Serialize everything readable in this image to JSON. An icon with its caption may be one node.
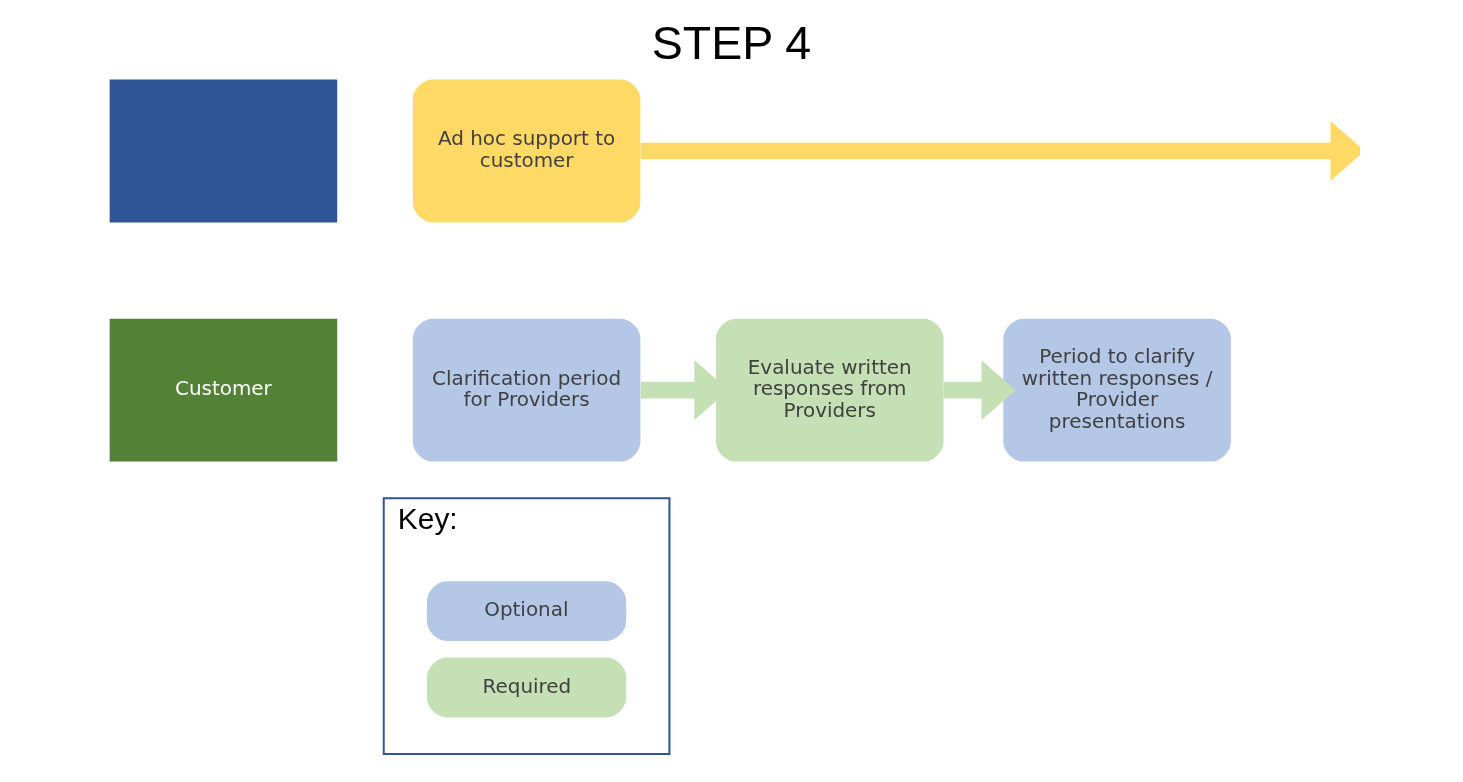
{
  "diagram": {
    "title": "STEP 4",
    "nodes": [
      {
        "text": [],
        "shape": "box"
      },
      {
        "text": [
          "Ad hoc support to customer"
        ]
      },
      {
        "text": [
          "Customer"
        ]
      },
      {
        "text": [
          "Clarification period for Providers"
        ]
      },
      {
        "text": [
          "Evaluate written responses from Providers"
        ]
      },
      {
        "text": [
          "Period to clarify written responses / Provider presentations"
        ]
      },
      {
        "text": [
          "Key:"
        ]
      }
    ],
    "edges": [
      {
        "from": 1,
        "to": null,
        "arrow": "to",
        "color": "#ffd966"
      },
      {
        "from": 3,
        "to": 4,
        "arrow": "to"
      },
      {
        "from": 4,
        "to": 5,
        "arrow": "to"
      }
    ],
    "legend": [
      {
        "text": "Optional",
        "color": "#b4c7e7"
      },
      {
        "text": "Required",
        "color": "#c5e0b4"
      }
    ]
  }
}
